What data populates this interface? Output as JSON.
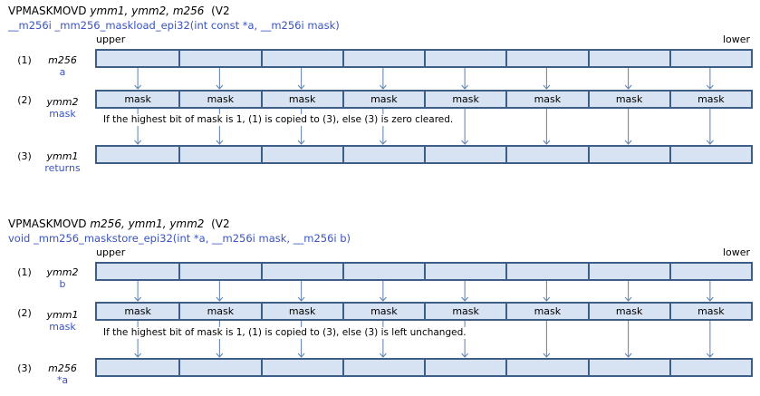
{
  "sections": [
    {
      "title_mnemonic": "VPMASKMOVD",
      "title_operands": "ymm1, ymm2, m256",
      "title_ext": "(V2",
      "prototype": "__m256i _mm256_maskload_epi32(int const *a, __m256i mask)",
      "upper": "upper",
      "lower": "lower",
      "rows": [
        {
          "num": "(1)",
          "main": "m256",
          "sub": "a",
          "cells": [
            "",
            "",
            "",
            "",
            "",
            "",
            "",
            ""
          ]
        },
        {
          "num": "(2)",
          "main": "ymm2",
          "sub": "mask",
          "cells": [
            "mask",
            "mask",
            "mask",
            "mask",
            "mask",
            "mask",
            "mask",
            "mask"
          ]
        },
        {
          "num": "(3)",
          "main": "ymm1",
          "sub": "returns",
          "cells": [
            "",
            "",
            "",
            "",
            "",
            "",
            "",
            ""
          ]
        }
      ],
      "note": "If the highest bit of mask is 1, (1) is copied to (3), else (3) is zero cleared."
    },
    {
      "title_mnemonic": "VPMASKMOVD",
      "title_operands": "m256, ymm1, ymm2",
      "title_ext": "(V2",
      "prototype": "void _mm256_maskstore_epi32(int *a, __m256i mask, __m256i b)",
      "upper": "upper",
      "lower": "lower",
      "rows": [
        {
          "num": "(1)",
          "main": "ymm2",
          "sub": "b",
          "cells": [
            "",
            "",
            "",
            "",
            "",
            "",
            "",
            ""
          ]
        },
        {
          "num": "(2)",
          "main": "ymm1",
          "sub": "mask",
          "cells": [
            "mask",
            "mask",
            "mask",
            "mask",
            "mask",
            "mask",
            "mask",
            "mask"
          ]
        },
        {
          "num": "(3)",
          "main": "m256",
          "sub": "*a",
          "cells": [
            "",
            "",
            "",
            "",
            "",
            "",
            "",
            ""
          ]
        }
      ],
      "note": "If the highest bit of mask is 1, (1) is copied to (3), else (3) is left unchanged."
    }
  ],
  "colors": {
    "box_fill": "#d7e3f2",
    "box_border": "#3d5e86",
    "prototype_text": "#3a53c0",
    "arrow": "#5b7fb0"
  }
}
